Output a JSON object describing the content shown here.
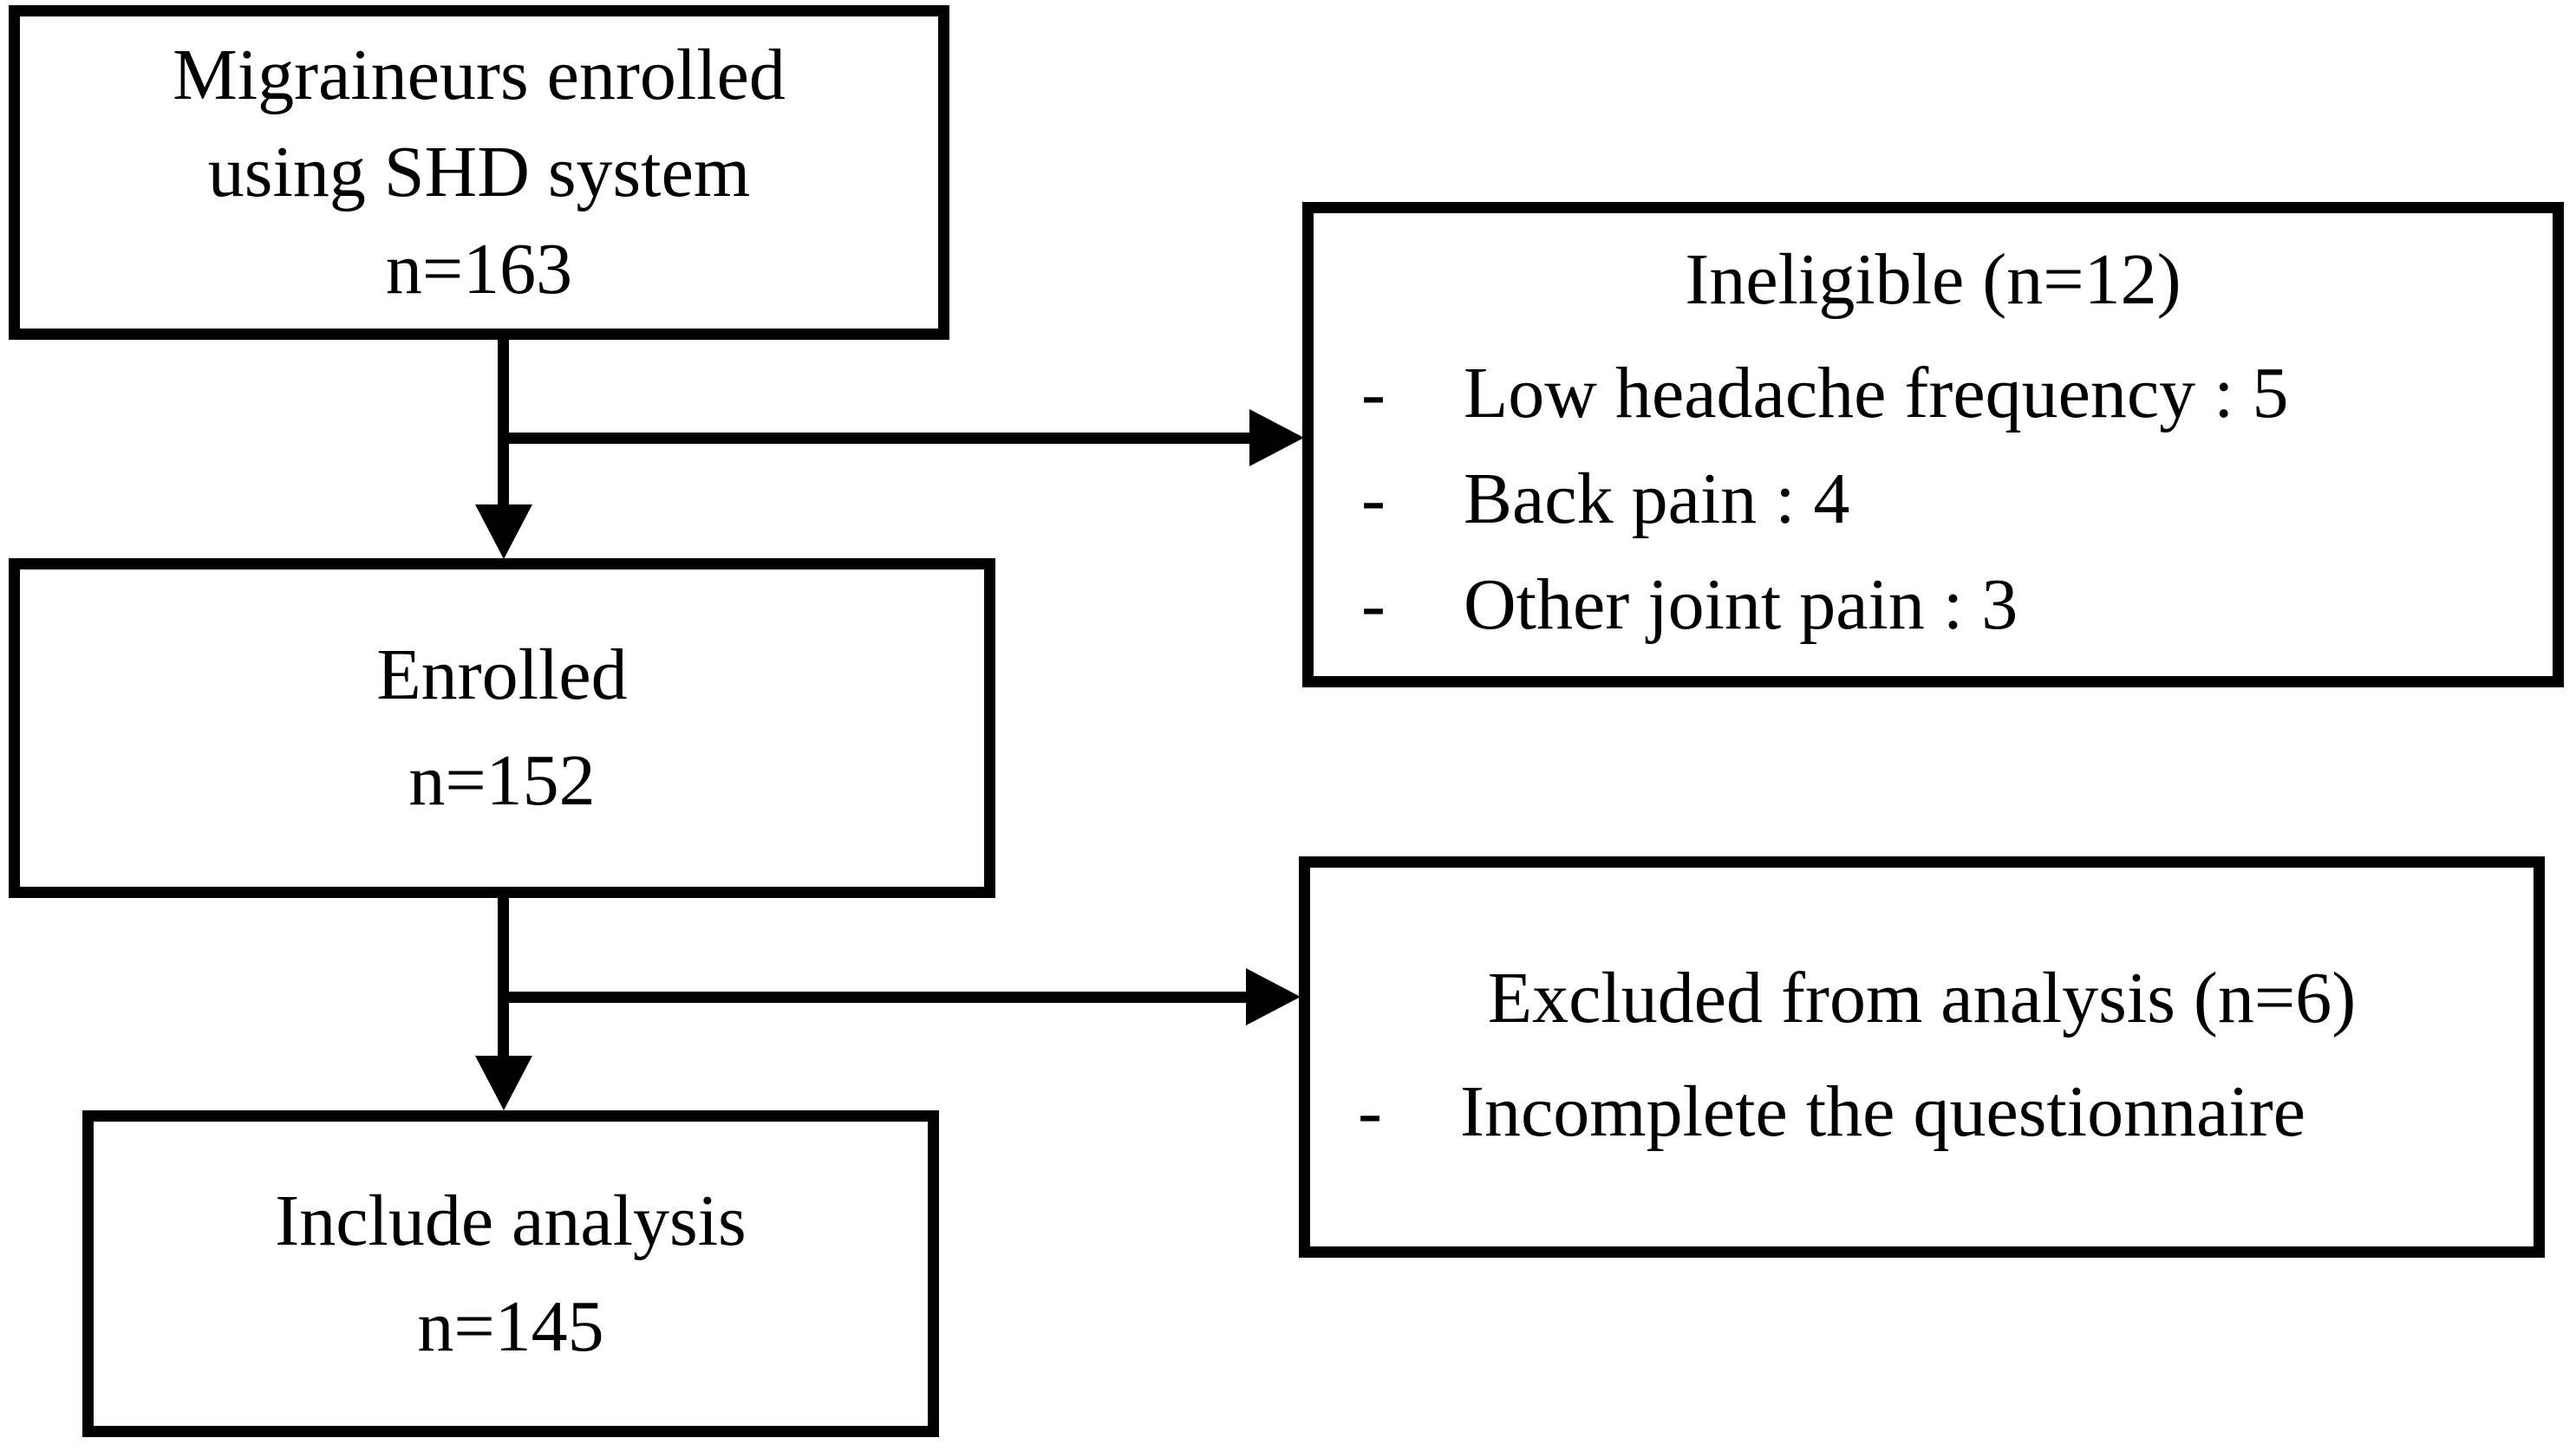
{
  "canvas": {
    "background": "#ffffff",
    "ink": "#000000"
  },
  "flowchart": {
    "nodes": {
      "source": {
        "lines": [
          "Migraineurs enrolled",
          "using SHD system",
          "n=163"
        ]
      },
      "ineligible": {
        "title": "Ineligible (n=12)",
        "items": [
          {
            "bullet": "-",
            "label": "Low headache frequency : 5"
          },
          {
            "bullet": "-",
            "label": "Back pain : 4"
          },
          {
            "bullet": "-",
            "label": "Other joint pain : 3"
          }
        ]
      },
      "enrolled": {
        "lines": [
          "Enrolled",
          "n=152"
        ]
      },
      "excluded": {
        "title": "Excluded from analysis (n=6)",
        "items": [
          {
            "bullet": "-",
            "label": "Incomplete the questionnaire"
          }
        ]
      },
      "included": {
        "lines": [
          "Include analysis",
          "n=145"
        ]
      }
    }
  }
}
